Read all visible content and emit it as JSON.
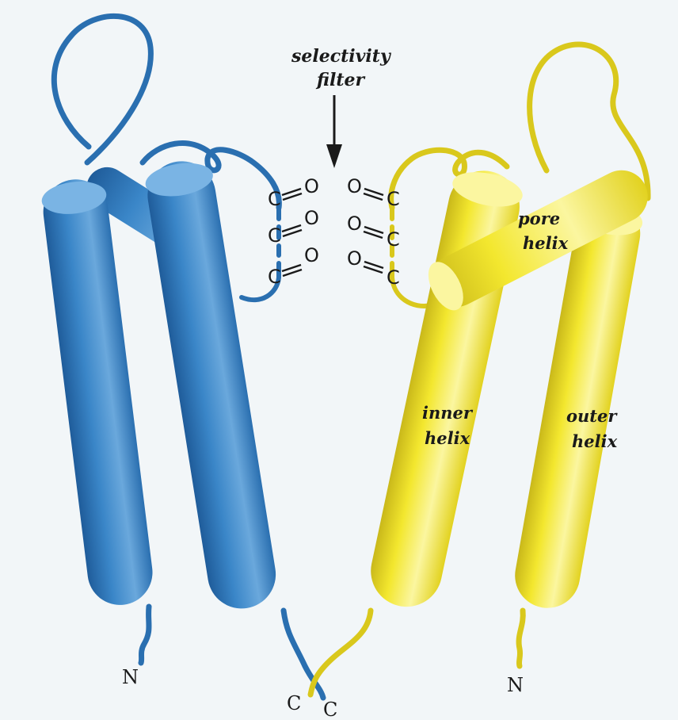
{
  "labels": {
    "selectivity_line1": "selectivity",
    "selectivity_line2": "filter",
    "pore_line1": "pore",
    "pore_line2": "helix",
    "inner_line1": "inner",
    "inner_line2": "helix",
    "outer_line1": "outer",
    "outer_line2": "helix"
  },
  "terminals": {
    "blue_n": "N",
    "blue_c": "C",
    "yellow_c": "C",
    "yellow_n": "N"
  },
  "atoms": {
    "carbon": "C",
    "oxygen": "O"
  },
  "colors": {
    "background": "#f2f6f8",
    "blue": "#3a86c8",
    "blue_dark": "#1f5c9a",
    "blue_light": "#7ab4e4",
    "yellow": "#f1e62c",
    "yellow_dark": "#b7a713",
    "yellow_light": "#fbf6a0"
  }
}
